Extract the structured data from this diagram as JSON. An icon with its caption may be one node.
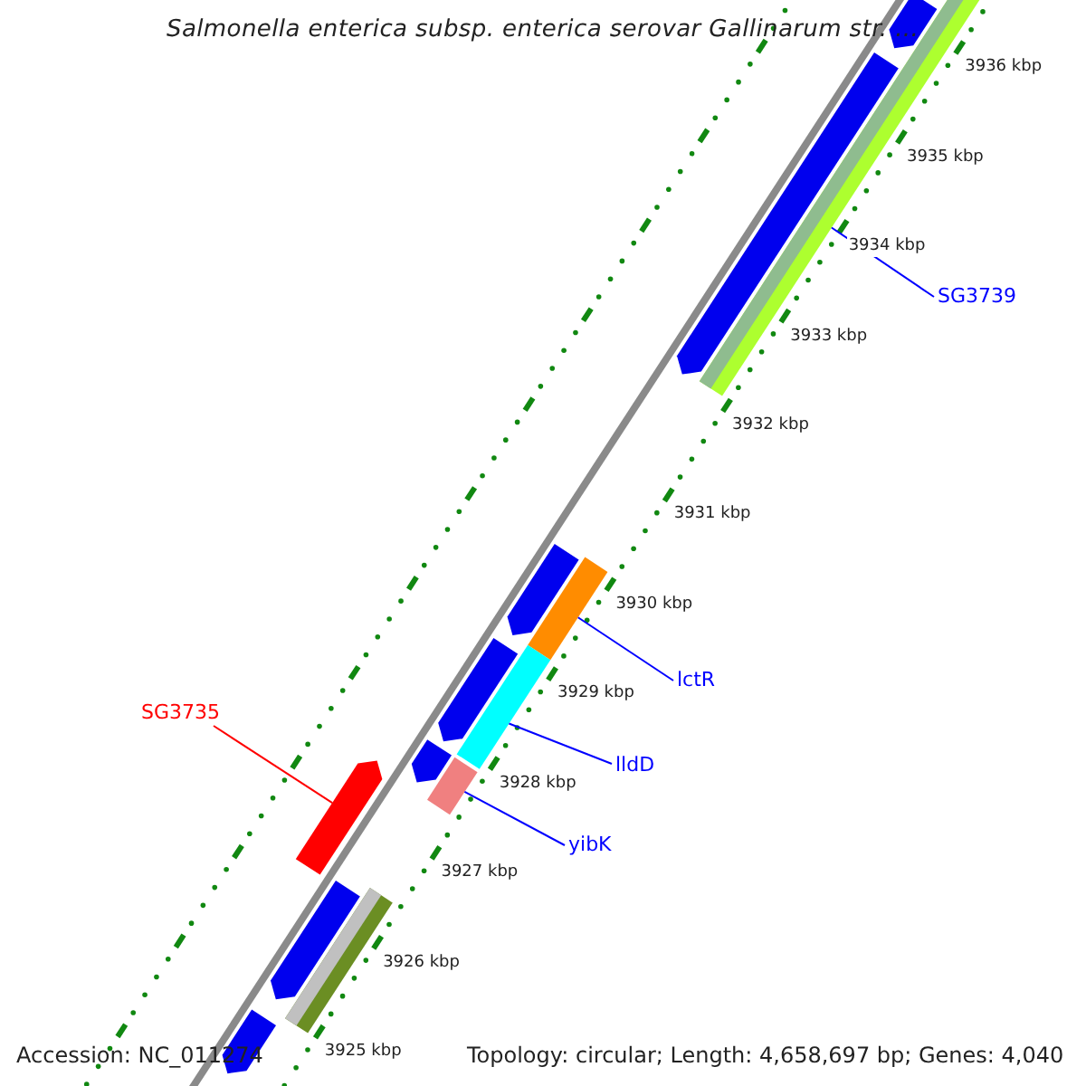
{
  "diagram": {
    "title": "Salmonella enterica subsp. enterica serovar Gallinarum str. ...",
    "nodes": [
      {
        "text": [
          "SG3739"
        ]
      },
      {
        "text": [],
        "shape": "bar"
      },
      {
        "text": [
          "lctR"
        ]
      },
      {
        "text": [],
        "shape": "bar"
      },
      {
        "text": [
          "lldD"
        ]
      },
      {
        "text": [],
        "shape": "bar"
      },
      {
        "text": [
          "yibK"
        ]
      },
      {
        "text": [],
        "shape": "bar"
      },
      {
        "text": [
          "SG3735"
        ]
      },
      {
        "text": [],
        "shape": "arrow"
      },
      {
        "text": [],
        "shape": "arrow"
      },
      {
        "text": [],
        "shape": "arrow"
      },
      {
        "text": [],
        "shape": "arrow"
      },
      {
        "text": [],
        "shape": "arrow"
      },
      {
        "text": [],
        "shape": "arrow"
      },
      {
        "text": [],
        "shape": "arrow"
      },
      {
        "text": [],
        "shape": "arrow"
      },
      {
        "text": [],
        "shape": "bar"
      }
    ],
    "edges": [
      {
        "from": 0,
        "to": 1,
        "arrow": "none"
      },
      {
        "from": 2,
        "to": 3,
        "arrow": "none"
      },
      {
        "from": 4,
        "to": 5,
        "arrow": "none"
      },
      {
        "from": 6,
        "to": 7,
        "arrow": "none"
      },
      {
        "from": 8,
        "to": 9,
        "arrow": "none",
        "color": "#ff0000"
      }
    ],
    "labels": [
      "3936 kbp",
      "3935 kbp",
      "3934 kbp",
      "3933 kbp",
      "3932 kbp",
      "3931 kbp",
      "3930 kbp",
      "3929 kbp",
      "3928 kbp",
      "3927 kbp",
      "3926 kbp",
      "3925 kbp",
      "Accession: NC_011274",
      "Topology: circular; Length: 4,658,697 bp; Genes: 4,040"
    ]
  }
}
